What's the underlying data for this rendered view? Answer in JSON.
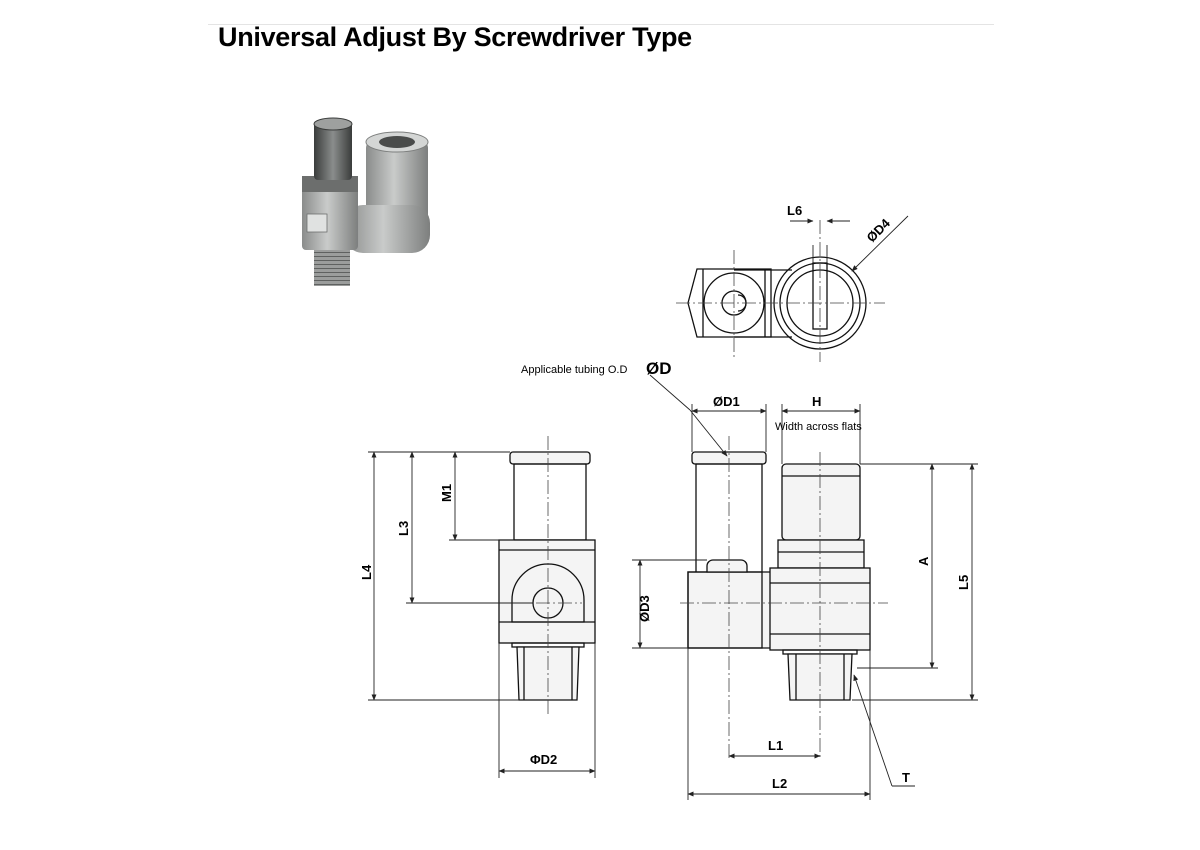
{
  "page": {
    "title": "Universal Adjust By Screwdriver Type"
  },
  "drawing": {
    "labels": {
      "l6": "L6",
      "d4": "ØD4",
      "tubing_note": "Applicable tubing O.D",
      "d": "ØD",
      "d1": "ØD1",
      "h": "H",
      "flats_note": "Width across flats",
      "m1": "M1",
      "l3": "L3",
      "l4": "L4",
      "d3": "ØD3",
      "a": "A",
      "l5": "L5",
      "d2": "ΦD2",
      "l1": "L1",
      "l2": "L2",
      "t": "T"
    }
  },
  "colors": {
    "line": "#111111",
    "body_fill": "#f4f4f4",
    "photo_body": "#a9abaa",
    "photo_dark": "#5a5d5c"
  }
}
